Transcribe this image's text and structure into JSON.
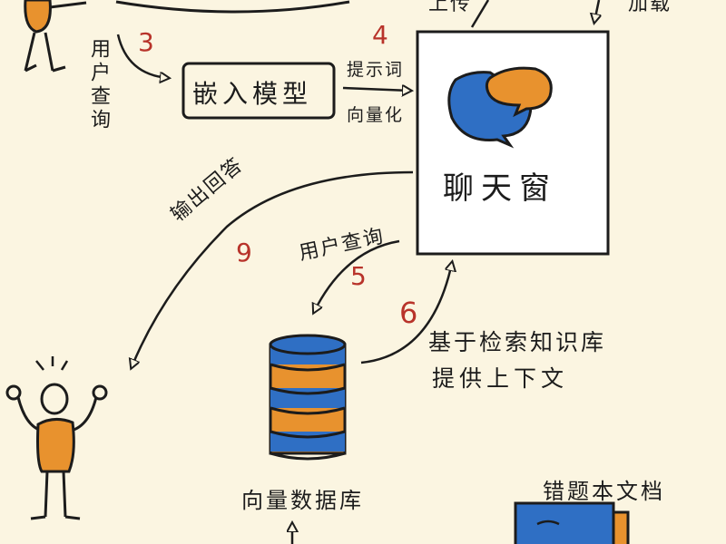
{
  "top_partial": {
    "left_word": "上传",
    "right_word": "加载"
  },
  "steps": {
    "s3": {
      "number": "3",
      "label": "用户查询"
    },
    "s4": {
      "number": "4",
      "label_top": "提示词",
      "label_bottom": "向量化"
    },
    "s5": {
      "number": "5",
      "label": "用户查询"
    },
    "s6": {
      "number": "6",
      "label_line1": "基于检索知识库",
      "label_line2": "提供上下文"
    },
    "s9": {
      "number": "9",
      "label": "输出回答"
    }
  },
  "nodes": {
    "embedding_model": "嵌入模型",
    "chat_window": "聊天窗",
    "vector_db": "向量数据库",
    "wrong_questions_doc": "错题本文档"
  },
  "colors": {
    "blue": "#2f6fc4",
    "orange": "#e8922e",
    "ink": "#1c1c1c",
    "step_red": "#b8332a",
    "paper": "#fbf5e1"
  }
}
